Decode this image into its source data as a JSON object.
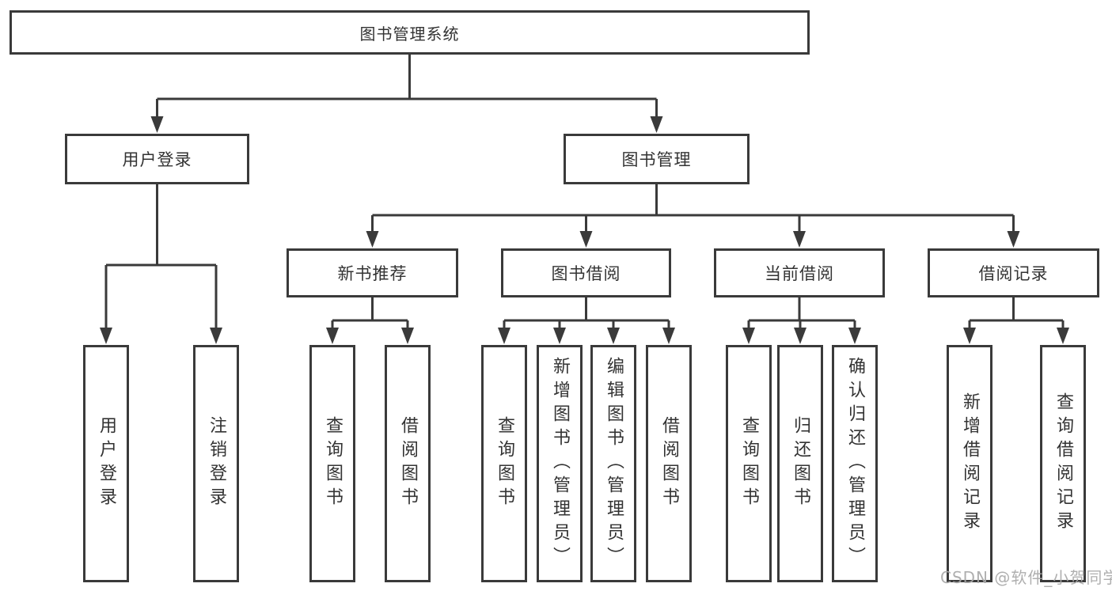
{
  "diagram": {
    "root": {
      "label": "图书管理系统"
    },
    "branches": [
      {
        "label": "用户登录",
        "children": [
          {
            "label": "用户登录"
          },
          {
            "label": "注销登录"
          }
        ]
      },
      {
        "label": "图书管理",
        "children": [
          {
            "label": "新书推荐",
            "children": [
              {
                "label": "查询图书"
              },
              {
                "label": "借阅图书"
              }
            ]
          },
          {
            "label": "图书借阅",
            "children": [
              {
                "label": "查询图书"
              },
              {
                "label": "新增图书（管理员）"
              },
              {
                "label": "编辑图书（管理员）"
              },
              {
                "label": "借阅图书"
              }
            ]
          },
          {
            "label": "当前借阅",
            "children": [
              {
                "label": "查询图书"
              },
              {
                "label": "归还图书"
              },
              {
                "label": "确认归还（管理员）"
              }
            ]
          },
          {
            "label": "借阅记录",
            "children": [
              {
                "label": "新增借阅记录"
              },
              {
                "label": "查询借阅记录"
              }
            ]
          }
        ]
      }
    ]
  },
  "watermark": {
    "text": "CSDN @软件_小贺同学"
  },
  "colors": {
    "line": "#3a3a3a",
    "text": "#333333",
    "background": "#ffffff",
    "watermark": "#a8a8a8"
  }
}
